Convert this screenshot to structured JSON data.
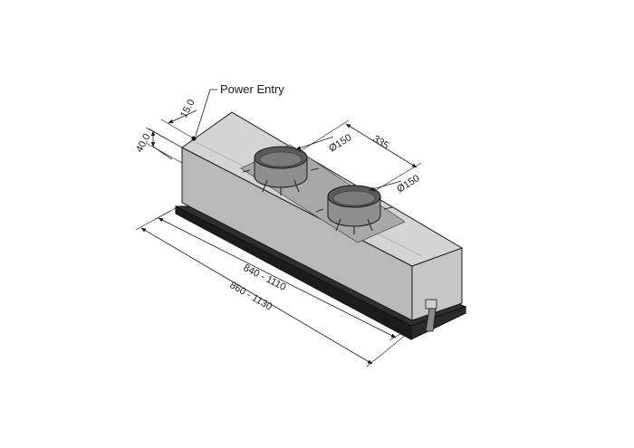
{
  "labels": {
    "power_entry": "Power Entry",
    "dim_15": "15.0",
    "dim_40": "40.0",
    "dim_335": "335",
    "dim_d150_a": "Ø150",
    "dim_d150_b": "Ø150",
    "dim_840": "840 - 1110",
    "dim_860": "860 - 1130"
  },
  "colors": {
    "top_face": "#d2d2d2",
    "front_face": "#b9b9b9",
    "end_face": "#c6c6c6",
    "bezel": "#3a3a3a",
    "bezel_dark": "#1c1c1c",
    "plate": "#9c9c9c",
    "collar": "#8e8e8e",
    "collar_inner": "#5a5a5a",
    "line": "#1a1a1a"
  }
}
